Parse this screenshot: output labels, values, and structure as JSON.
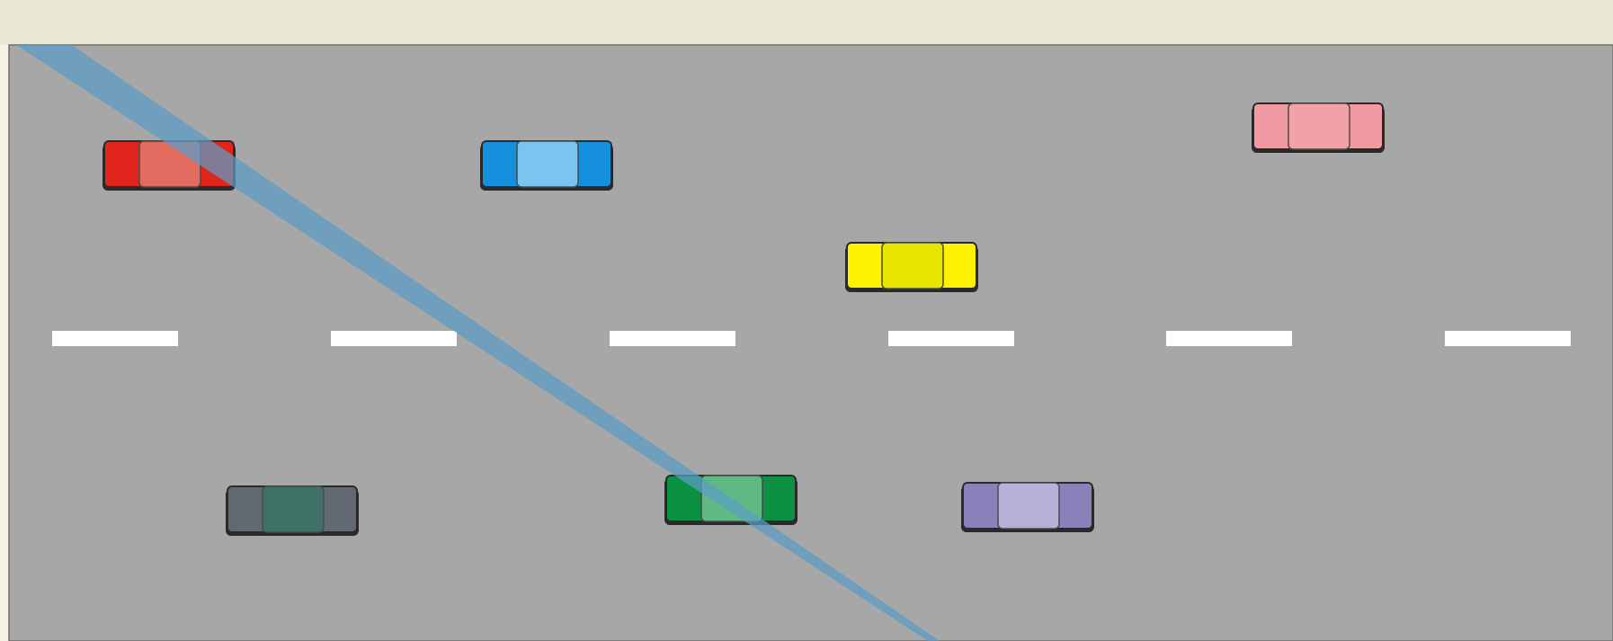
{
  "scene": {
    "header_bar_color": "#ebe8d3",
    "road_color": "#a7a7a7",
    "lane_marking_color": "#ffffff",
    "sensor_beam_color": "#5b9dc6",
    "cars": [
      {
        "id": "red",
        "body": "#e0251d",
        "roof": "#e46b60"
      },
      {
        "id": "blue",
        "body": "#1590dc",
        "roof": "#7ac4ef"
      },
      {
        "id": "pink",
        "body": "#f19aa1",
        "roof": "#f2a2a7"
      },
      {
        "id": "yellow",
        "body": "#fff200",
        "roof": "#e9e400"
      },
      {
        "id": "dark-gray",
        "body": "#636972",
        "roof": "#3f7166"
      },
      {
        "id": "green",
        "body": "#0c9042",
        "roof": "#5fb983"
      },
      {
        "id": "purple",
        "body": "#8a81ba",
        "roof": "#b7b1d8"
      }
    ]
  }
}
